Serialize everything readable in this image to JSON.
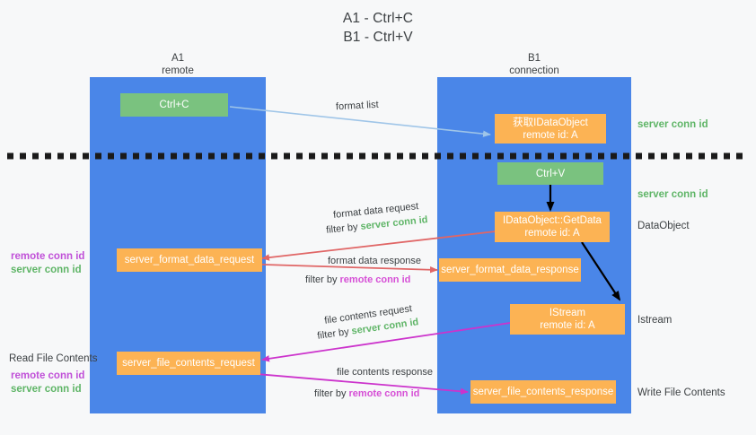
{
  "title": {
    "line1": "A1 - Ctrl+C",
    "line2": "B1 - Ctrl+V"
  },
  "columns": [
    {
      "name": "A1",
      "role": "remote"
    },
    {
      "name": "B1",
      "role": "connection"
    }
  ],
  "nodes": {
    "ctrl_c": "Ctrl+C",
    "ctrl_v": "Ctrl+V",
    "idataobject": {
      "line1": "获取IDataObject",
      "line2": "remote id: A"
    },
    "getdata": {
      "line1": "IDataObject::GetData",
      "line2": "remote id: A"
    },
    "istream": {
      "line1": "IStream",
      "line2": "remote id: A"
    },
    "server_format_data_request": "server_format_data_request",
    "server_format_data_response": "server_format_data_response",
    "server_file_contents_request": "server_file_contents_request",
    "server_file_contents_response": "server_file_contents_response"
  },
  "edges": {
    "format_list": "format list",
    "format_data_request": "format data request",
    "format_data_request_filter_prefix": "filter by ",
    "format_data_request_filter_value": "server conn id",
    "format_data_response": "format data response",
    "format_data_response_filter_prefix": "filter by ",
    "format_data_response_filter_value": "remote conn id",
    "file_contents_request": "file contents request",
    "file_contents_request_filter_prefix": "filter by ",
    "file_contents_request_filter_value": "server conn id",
    "file_contents_response": "file contents response",
    "file_contents_response_filter_prefix": "filter by ",
    "file_contents_response_filter_value": "remote conn id"
  },
  "right_annotations": {
    "server_conn_id_top": "server conn id",
    "server_conn_id_mid": "server conn id",
    "dataobject": "DataObject",
    "istream": "Istream",
    "write_file_contents": "Write File Contents"
  },
  "left_annotations": {
    "remote_conn_id_1": "remote conn id",
    "server_conn_id_1": "server conn id",
    "read_file_contents": "Read File Contents",
    "remote_conn_id_2": "remote conn id",
    "server_conn_id_2": "server conn id"
  },
  "colors": {
    "lane": "#4a86e8",
    "green_box": "#7ac27f",
    "orange_box": "#fcb354",
    "green_text": "#5fb567",
    "purple_text": "#c050d8",
    "magenta_edge": "#cc33cc",
    "red_edge": "#e06666",
    "blue_edge": "#9fc5e8",
    "black_edge": "#000000",
    "background": "#f7f8f9"
  }
}
